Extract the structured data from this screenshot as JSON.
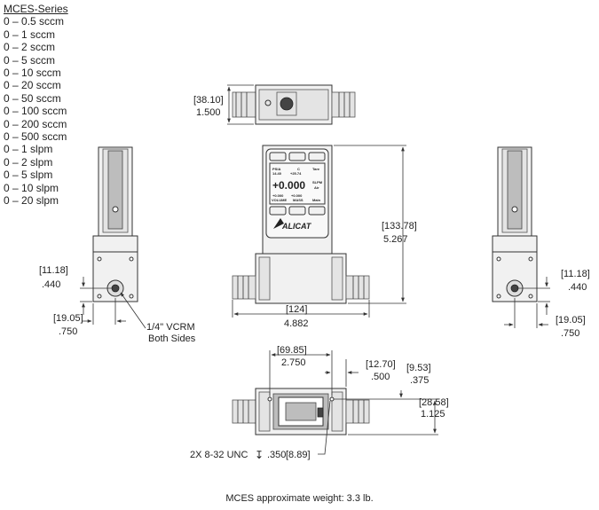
{
  "series": {
    "title": "MCES-Series",
    "ranges": [
      "0 – 0.5 sccm",
      "0 – 1 sccm",
      "0 – 2 sccm",
      "0 – 5 sccm",
      "0 – 10 sccm",
      "0 – 20 sccm",
      "0 – 50 sccm",
      "0 – 100 sccm",
      "0 – 200 sccm",
      "0 – 500 sccm",
      "0 – 1 slpm",
      "0 – 2 slpm",
      "0 – 5 slpm",
      "0 – 10 slpm",
      "0 – 20 slpm"
    ]
  },
  "dims": {
    "depth_mm": "[38.10]",
    "depth_in": "1.500",
    "height_mm": "[133.78]",
    "height_in": "5.267",
    "length_mm": "[124]",
    "length_in": "4.882",
    "port_h_mm": "[11.18]",
    "port_h_in": ".440",
    "port_w_mm": "[19.05]",
    "port_w_in": ".750",
    "mount_spacing_mm": "[69.85]",
    "mount_spacing_in": "2.750",
    "mount_offset_mm": "[12.70]",
    "mount_offset_in": ".500",
    "mount_edge_mm": "[9.53]",
    "mount_edge_in": ".375",
    "mount_depth_mm": "[28.58]",
    "mount_depth_in": "1.125"
  },
  "labels": {
    "fitting_line1": "1/4\" VCRM",
    "fitting_line2": "Both Sides",
    "thread_prefix": "2X 8-32 UNC",
    "thread_symbol": "↧",
    "thread_depth_in": ".350",
    "thread_depth_mm": "[8.89]"
  },
  "display": {
    "units_left": "PSIA",
    "value_left": "14.40",
    "units_mid": "C",
    "value_mid": "+25.74",
    "units_right": "Tare",
    "main_value": "+0.000",
    "main_units": "SLPM",
    "main_gas": "Air",
    "bottom_left_value": "+0.000",
    "bottom_left_label": "VOLUME",
    "bottom_mid_value": "+0.000",
    "bottom_mid_label": "MASS",
    "bottom_right_label": "Main",
    "brand": "ALICAT"
  },
  "footer": {
    "weight": "MCES approximate weight: 3.3 lb."
  }
}
